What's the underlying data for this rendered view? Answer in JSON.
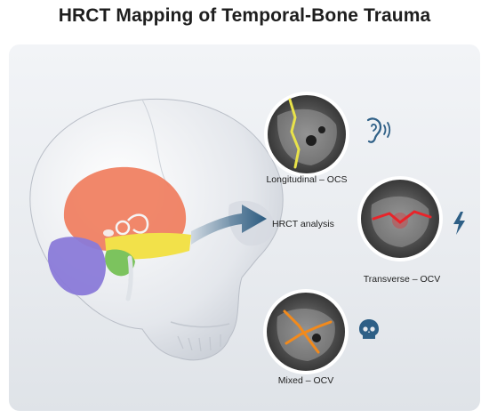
{
  "title": "HRCT Mapping of Temporal-Bone Trauma",
  "center_label": "HRCT analysis",
  "panels": [
    {
      "label": "Longitudinal – OCS",
      "icon": "ear-icon",
      "fracture_color": "#e8e24a"
    },
    {
      "label": "Transverse – OCV",
      "icon": "lightning-bolt-icon",
      "fracture_color": "#e8242a"
    },
    {
      "label": "Mixed – OCV",
      "icon": "skull-icon",
      "fracture_color": "#f28a1c"
    }
  ],
  "colors": {
    "squamous_region": "#f07a5a",
    "yellow_region": "#f2e14a",
    "green_region": "#7cc35e",
    "purple_region": "#8a7ad8",
    "arrow": "#2b5b80",
    "icon": "#2e5f86"
  }
}
